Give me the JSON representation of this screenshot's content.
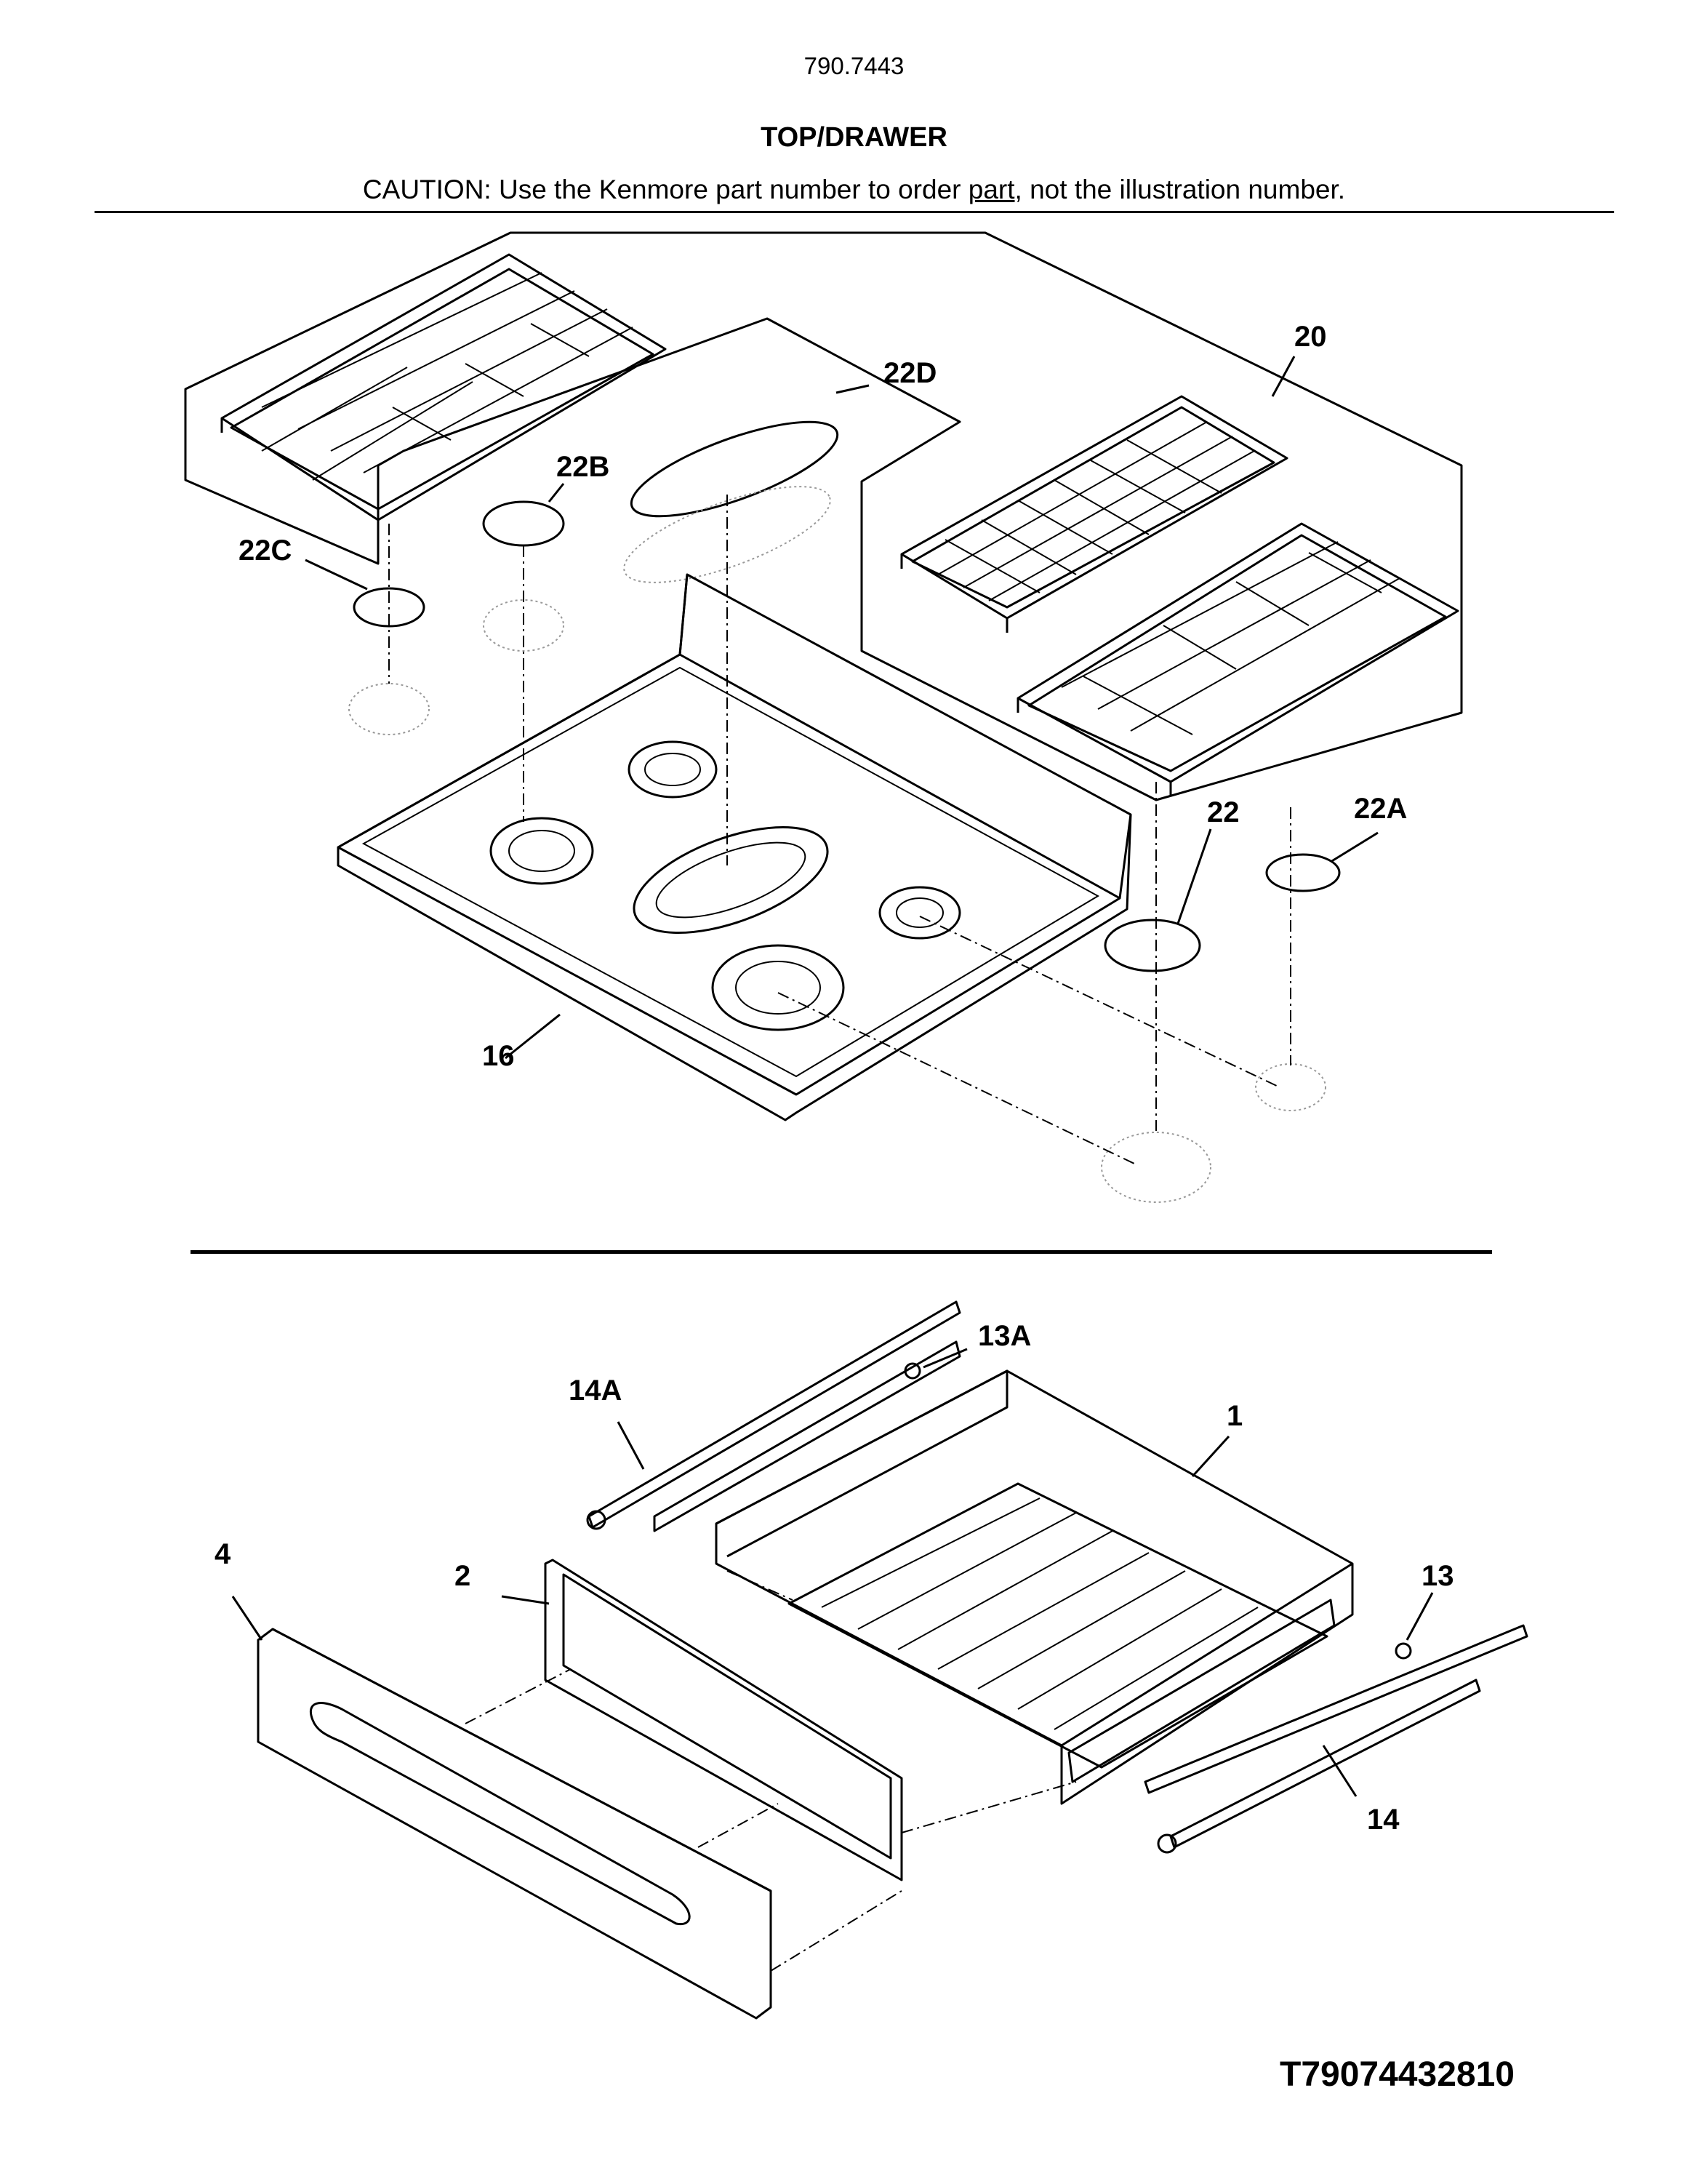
{
  "header": {
    "model": "790.7443",
    "title": "TOP/DRAWER",
    "caution_prefix": "CAUTION: Use the Kenmore part number to order ",
    "caution_link": "part",
    "caution_suffix": ", not the illustration number."
  },
  "callouts": {
    "c20": "20",
    "c22": "22",
    "c22a": "22A",
    "c22b": "22B",
    "c22c": "22C",
    "c22d": "22D",
    "c16": "16",
    "c1": "1",
    "c2": "2",
    "c4": "4",
    "c13": "13",
    "c13a": "13A",
    "c14": "14",
    "c14a": "14A"
  },
  "footer": {
    "diagram_code": "T79074432810"
  }
}
